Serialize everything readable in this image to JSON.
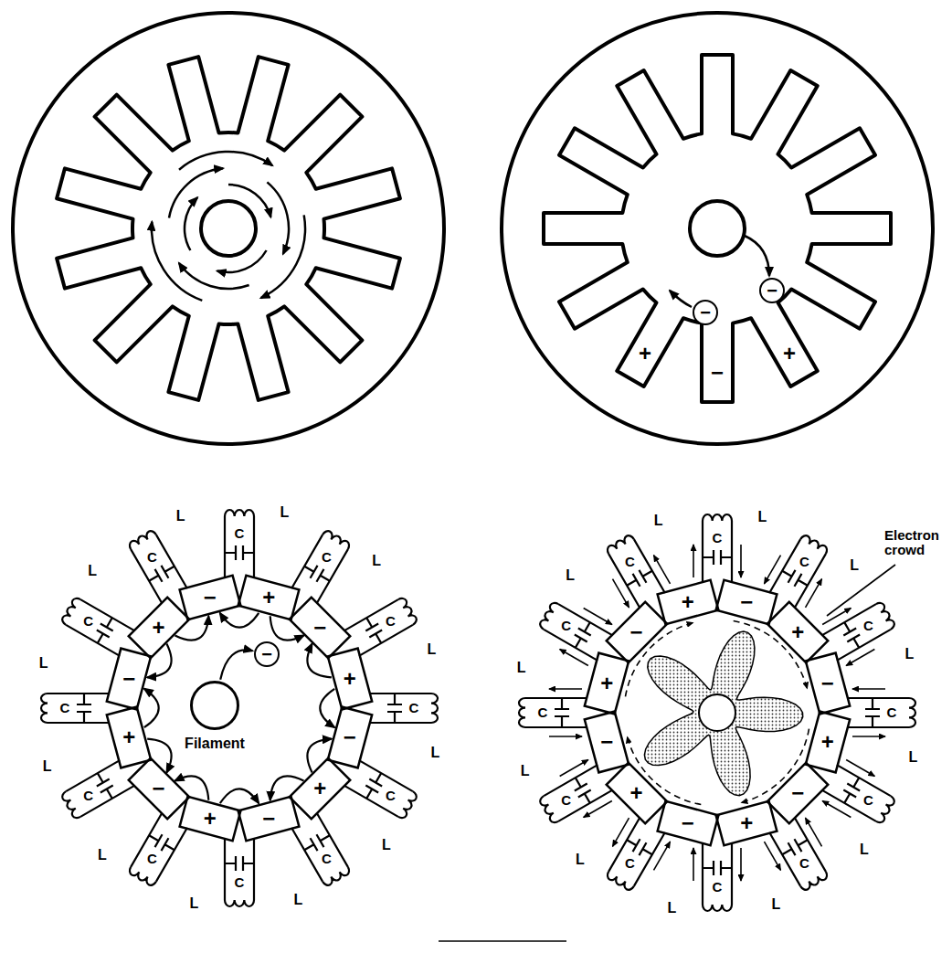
{
  "diagram": {
    "nodes": [
      {
        "text": [
          "−"
        ]
      },
      {
        "text": [
          "−"
        ]
      },
      {
        "text": [
          "−"
        ]
      },
      {
        "text": [
          "+"
        ]
      },
      {
        "text": [
          "−"
        ]
      },
      {
        "text": [
          "+"
        ]
      },
      {
        "text": [
          "−"
        ]
      },
      {
        "text": [
          "+"
        ]
      },
      {
        "text": [
          "−"
        ]
      },
      {
        "text": [
          "+"
        ]
      },
      {
        "text": [
          "−"
        ]
      },
      {
        "text": [
          "+"
        ]
      },
      {
        "text": [
          "−"
        ]
      },
      {
        "text": [
          "+"
        ]
      },
      {
        "text": [
          "Filament"
        ]
      },
      {
        "text": [
          "−"
        ]
      },
      {
        "text": [
          "+"
        ]
      },
      {
        "text": [
          "−"
        ]
      },
      {
        "text": [
          "+"
        ]
      },
      {
        "text": [
          "−"
        ]
      },
      {
        "text": [
          "+"
        ]
      },
      {
        "text": [
          "−"
        ]
      },
      {
        "text": [
          "+"
        ]
      },
      {
        "text": [
          "−"
        ]
      },
      {
        "text": [
          "+"
        ]
      },
      {
        "text": [
          "−"
        ]
      },
      {
        "text": [
          "+"
        ]
      },
      {
        "text": [
          "−"
        ]
      }
    ],
    "edges": [
      {
        "from": 3,
        "to": 2,
        "arrow": "to"
      },
      {
        "from": 3,
        "to": 4,
        "arrow": "to"
      },
      {
        "from": 5,
        "to": 4,
        "arrow": "to"
      },
      {
        "from": 5,
        "to": 6,
        "arrow": "to"
      },
      {
        "from": 7,
        "to": 6,
        "arrow": "to"
      },
      {
        "from": 7,
        "to": 8,
        "arrow": "to"
      },
      {
        "from": 9,
        "to": 8,
        "arrow": "to"
      },
      {
        "from": 9,
        "to": 10,
        "arrow": "to"
      },
      {
        "from": 11,
        "to": 10,
        "arrow": "to"
      },
      {
        "from": 11,
        "to": 12,
        "arrow": "to"
      },
      {
        "from": 13,
        "to": 12,
        "arrow": "to"
      },
      {
        "from": 13,
        "to": 2,
        "arrow": "to"
      },
      {
        "from": 14,
        "to": 15,
        "arrow": "to"
      }
    ],
    "labels": [
      "+",
      "−",
      "+",
      "L",
      "C",
      "L",
      "C",
      "L",
      "C",
      "L",
      "C",
      "L",
      "C",
      "L",
      "C",
      "L",
      "C",
      "L",
      "C",
      "L",
      "C",
      "L",
      "C",
      "L",
      "C",
      "L",
      "C",
      "L",
      "C",
      "L",
      "C",
      "L",
      "C",
      "L",
      "C",
      "L",
      "C",
      "L",
      "C",
      "L",
      "C",
      "L",
      "C",
      "L",
      "C",
      "L",
      "C",
      "L",
      "C",
      "L",
      "C",
      "Electron crowd"
    ]
  }
}
